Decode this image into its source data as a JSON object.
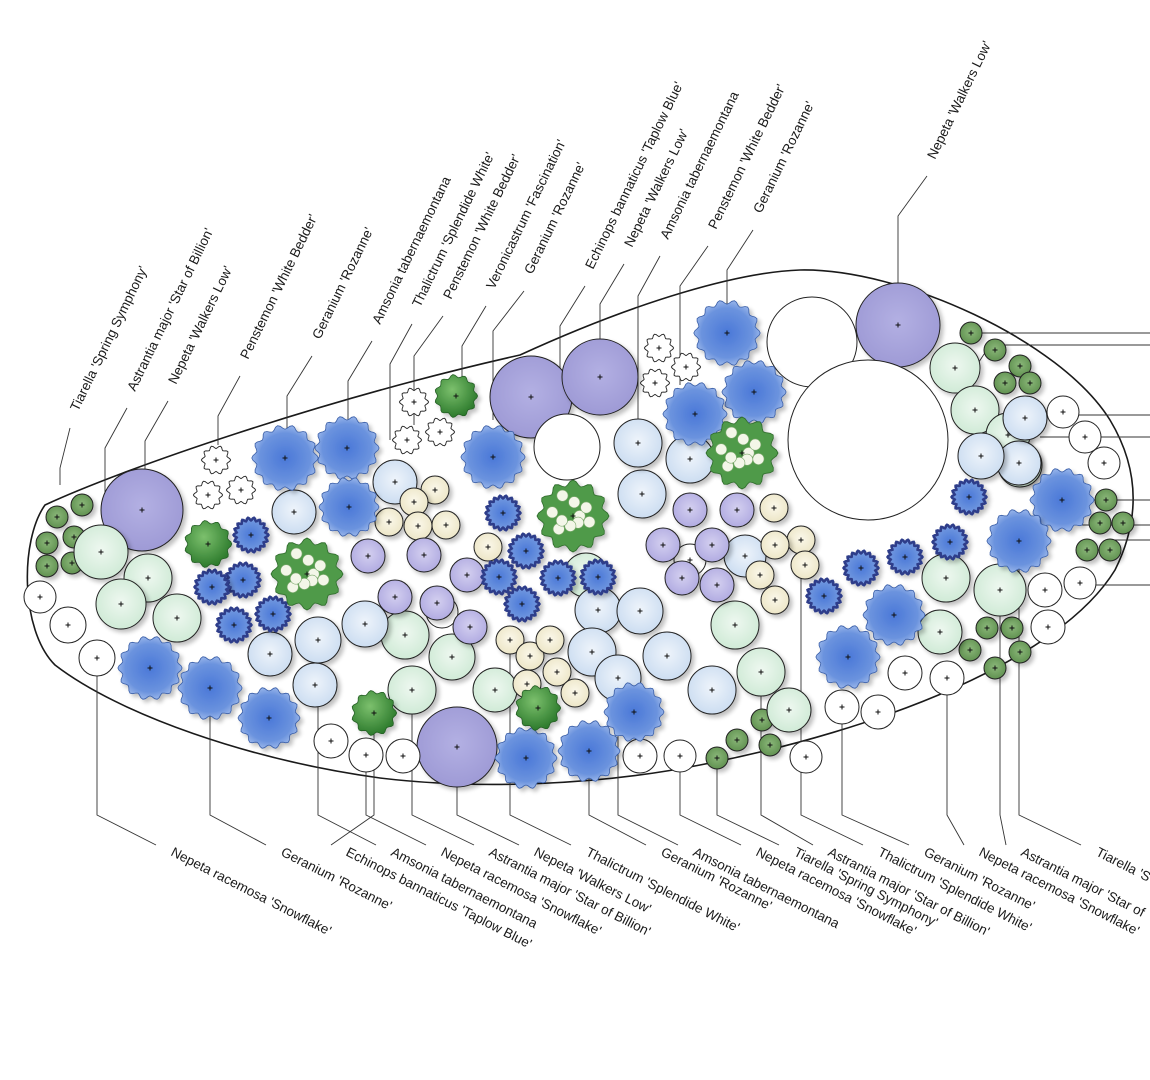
{
  "colors": {
    "nepeta": "#a9a6dc",
    "geranium": "#5b86d6",
    "amsonia": "#dde9f6",
    "astrantia": "#d9efdf",
    "white_plant": "#ffffff",
    "tiarella": "#6f9f5d",
    "thalictrum": "#f5f1d8",
    "veronicastrum": "#c2bde8",
    "echinops": "#3d8f3b",
    "penstemon_dark": "#2e3e8a",
    "bed_outline": "#1a1a1a"
  },
  "labels_top": [
    "Tiarella 'Spring Symphony'",
    "Astrantia major 'Star of Billion'",
    "Nepeta 'Walkers Low'",
    "Penstemon 'White Bedder'",
    "Geranium 'Rozanne'",
    "Amsonia tabernaemontana",
    "Thalictrum 'Splendide White'",
    "Penstemon 'White Bedder'",
    "Veronicastrum 'Fascination'",
    "Geranium 'Rozanne'",
    "Echinops bannaticus 'Taplow Blue'",
    "Nepeta 'Walkers Low'",
    "Amsonia tabernaemontana",
    "Penstemon 'White Bedder'",
    "Geranium 'Rozanne'",
    "Nepeta 'Walkers Low'"
  ],
  "labels_bottom": [
    "Nepeta racemosa 'Snowflake'",
    "Geranium 'Rozanne'",
    "Echinops bannaticus 'Taplow Blue'",
    "Amsonia tabernaemontana",
    "Nepeta racemosa 'Snowflake'",
    "Astrantia major 'Star of Billion'",
    "Nepeta 'Walkers Low'",
    "Thalictrum 'Splendide White'",
    "Geranium 'Rozanne'",
    "Amsonia tabernaemontana",
    "Nepeta racemosa 'Snowflake'",
    "Tiarella 'Spring Symphony'",
    "Astrantia major 'Star of Billion'",
    "Thalictrum 'Splendide White'",
    "Geranium 'Rozanne'",
    "Nepeta racemosa 'Snowflake'",
    "Astrantia major 'Star of",
    "Tiarella 'S"
  ]
}
